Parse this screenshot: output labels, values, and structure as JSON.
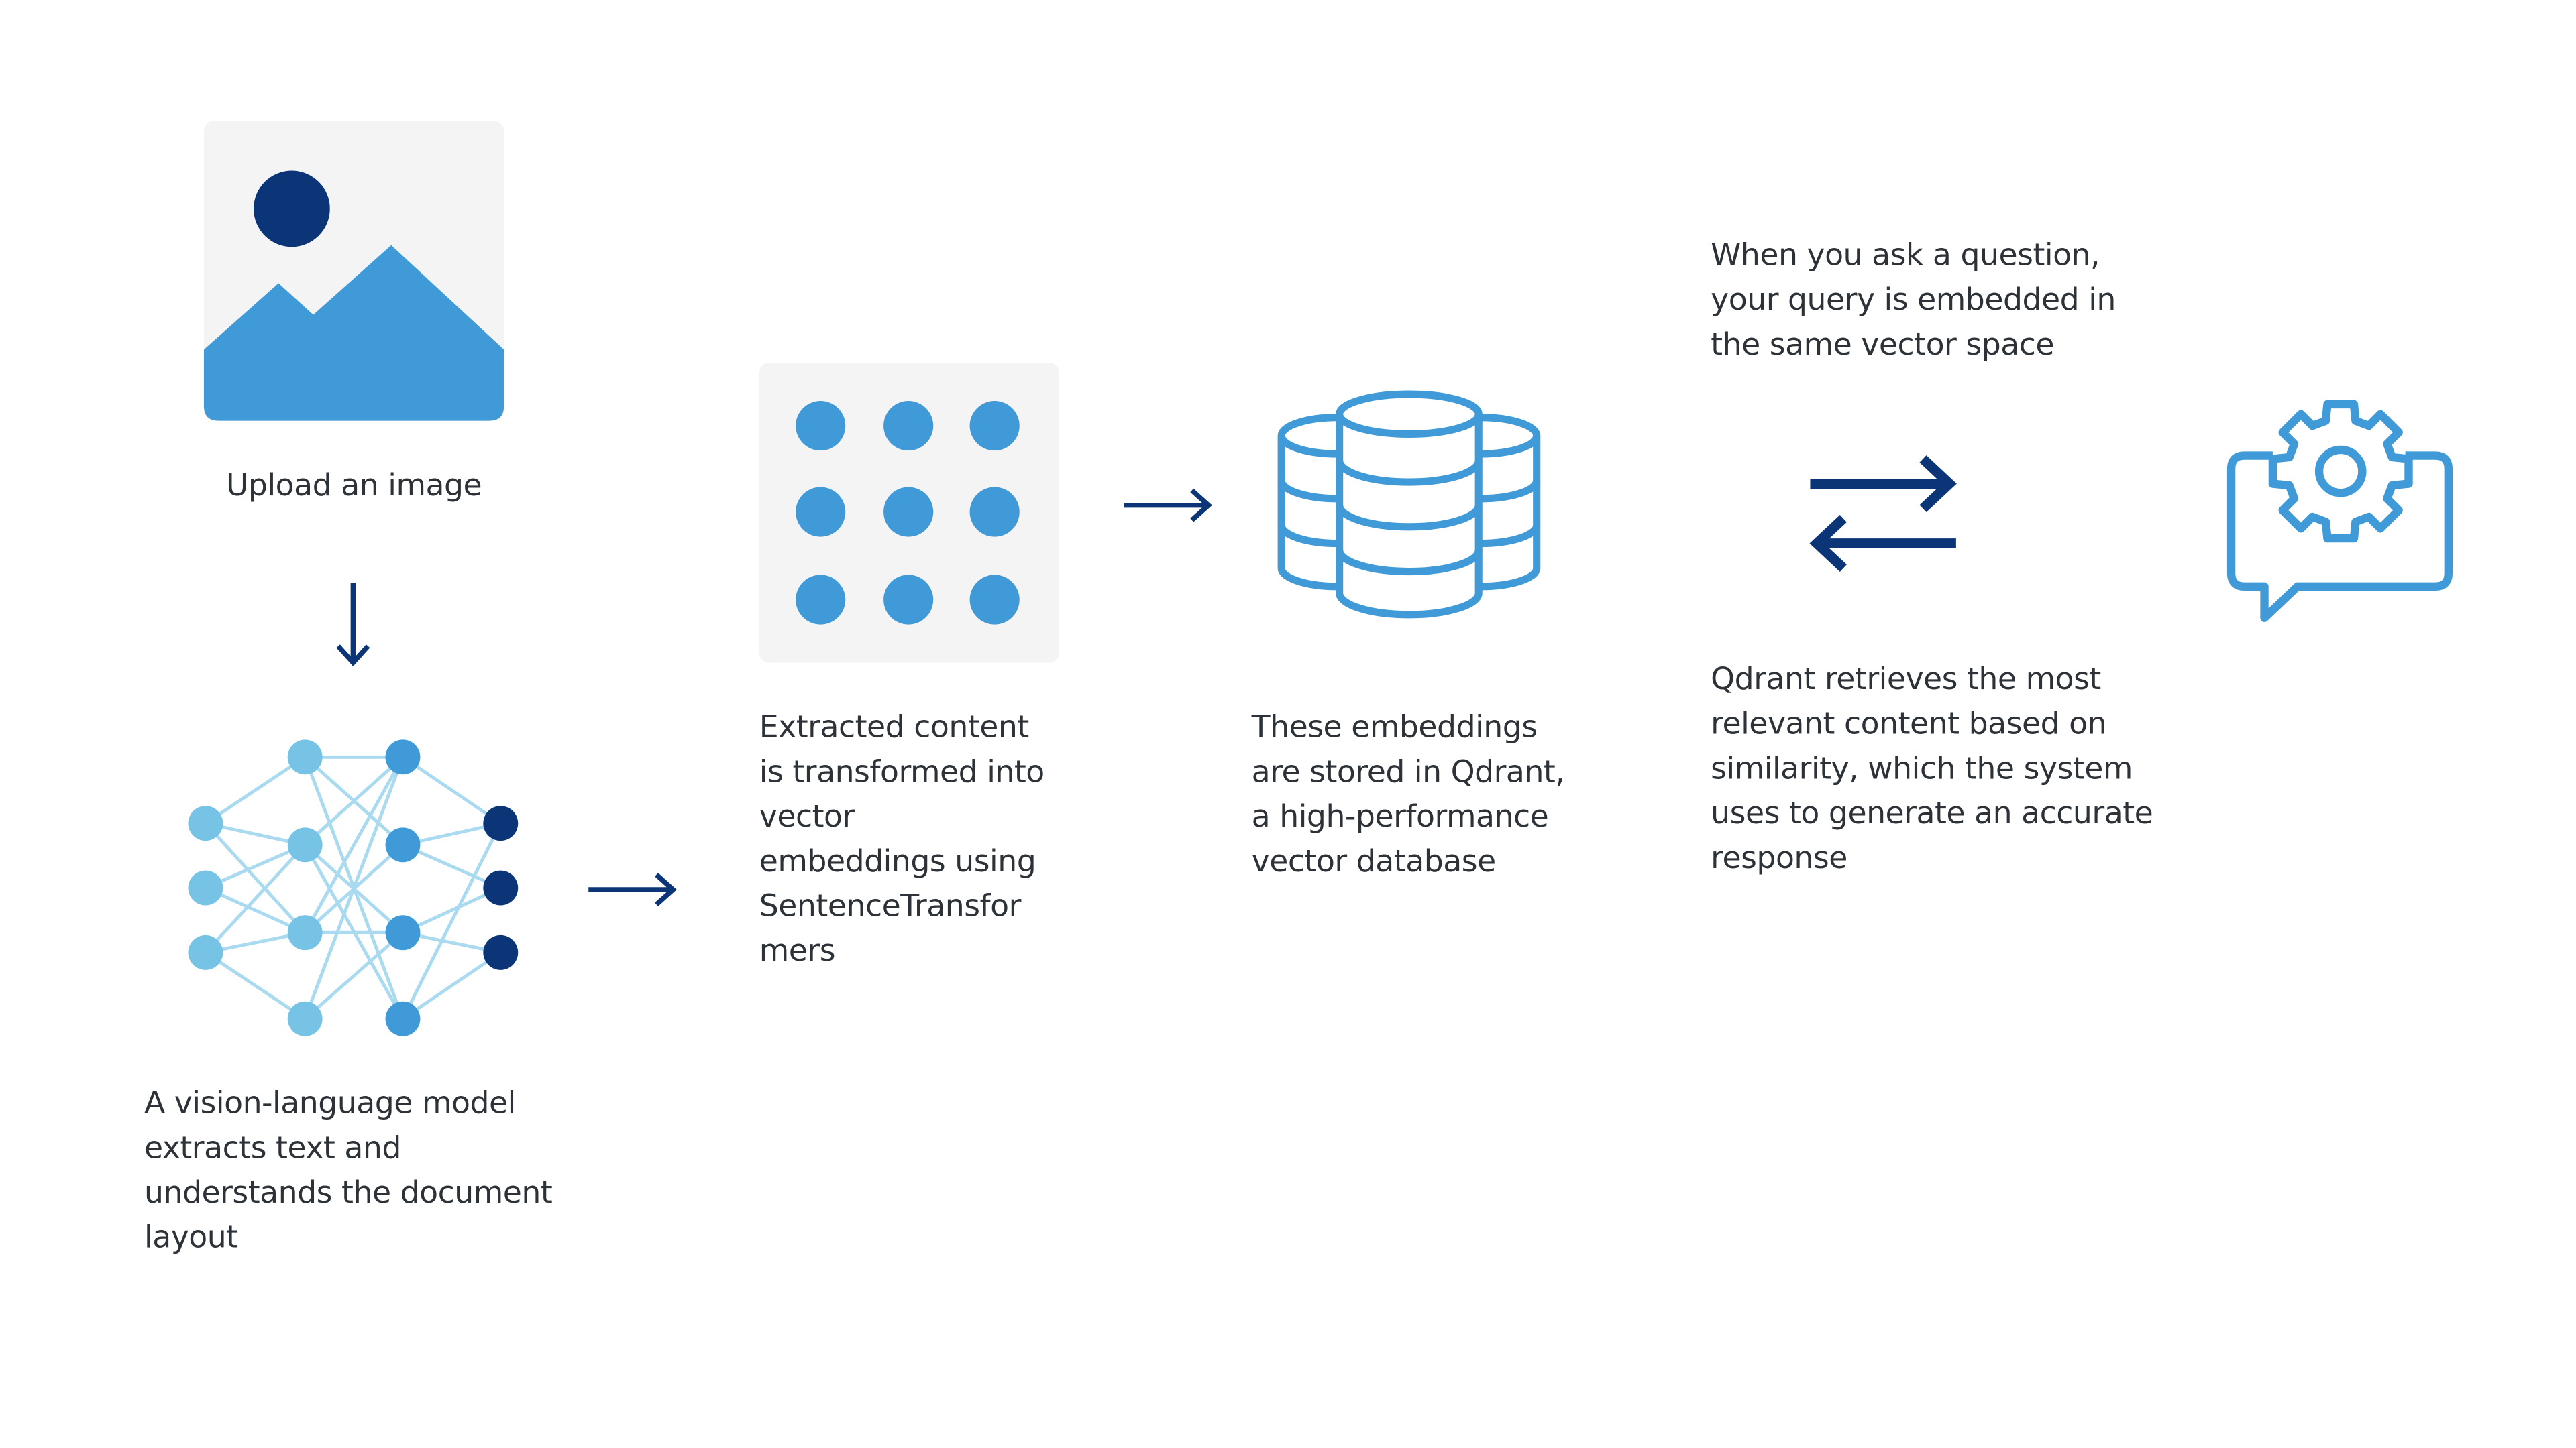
{
  "steps": {
    "upload": {
      "caption": "Upload an image"
    },
    "vlm": {
      "caption": "A vision-language model\nextracts text and\nunderstands the document\nlayout"
    },
    "embed": {
      "caption": "Extracted content\nis transformed into\nvector\nembeddings using\nSentenceTransfor\nmers"
    },
    "store": {
      "caption": "These embeddings\nare stored in Qdrant,\na high-performance\nvector database"
    },
    "query": {
      "caption": "When you ask a question,\nyour query is embedded in\nthe same vector space"
    },
    "retrieve": {
      "caption": "Qdrant retrieves the most\nrelevant content based on\nsimilarity, which the system\nuses to generate an accurate\nresponse"
    }
  },
  "colors": {
    "navy": "#0b3576",
    "blue": "#3f9ad7",
    "light_blue": "#76c3e5",
    "tile_bg": "#f4f4f4",
    "text": "#2d3238"
  },
  "icons": {
    "upload": "image-icon",
    "vlm": "neural-network-icon",
    "embed": "vector-grid-icon",
    "store": "database-icon",
    "query": "exchange-arrows-icon",
    "chat": "chat-gear-icon"
  }
}
